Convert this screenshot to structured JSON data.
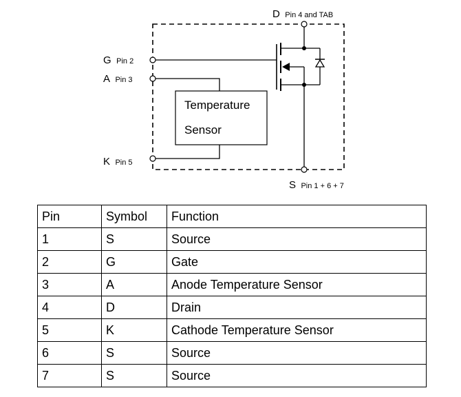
{
  "diagram": {
    "drain_letter": "D",
    "drain_pins": "Pin 4 and TAB",
    "gate_letter": "G",
    "gate_pin": "Pin 2",
    "anode_letter": "A",
    "anode_pin": "Pin 3",
    "cathode_letter": "K",
    "cathode_pin": "Pin 5",
    "source_letter": "S",
    "source_pins": "Pin 1 + 6 + 7",
    "sensor_line1": "Temperature",
    "sensor_line2": "Sensor"
  },
  "table": {
    "headers": [
      "Pin",
      "Symbol",
      "Function"
    ],
    "rows": [
      [
        "1",
        "S",
        "Source"
      ],
      [
        "2",
        "G",
        "Gate"
      ],
      [
        "3",
        "A",
        "Anode Temperature Sensor"
      ],
      [
        "4",
        "D",
        "Drain"
      ],
      [
        "5",
        "K",
        "Cathode Temperature Sensor"
      ],
      [
        "6",
        "S",
        "Source"
      ],
      [
        "7",
        "S",
        "Source"
      ]
    ]
  }
}
